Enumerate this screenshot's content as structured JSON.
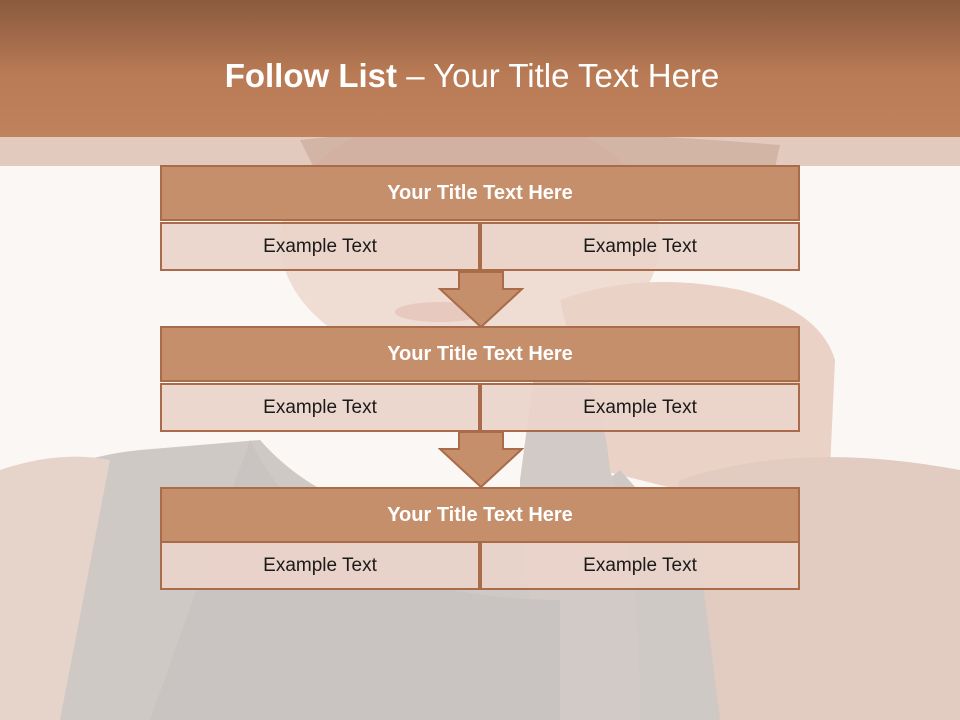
{
  "header": {
    "title_bold": "Follow List ",
    "title_rest": " – Your Title Text Here"
  },
  "blocks": [
    {
      "title": "Your Title Text Here",
      "left": "Example Text",
      "right": "Example Text"
    },
    {
      "title": "Your Title Text Here",
      "left": "Example Text",
      "right": "Example Text"
    },
    {
      "title": "Your Title Text Here",
      "left": "Example Text",
      "right": "Example Text"
    }
  ],
  "colors": {
    "header": "#b97b55",
    "block_title": "#c68f6c",
    "block_border": "#a96b48",
    "cell": "#ead4ca"
  }
}
